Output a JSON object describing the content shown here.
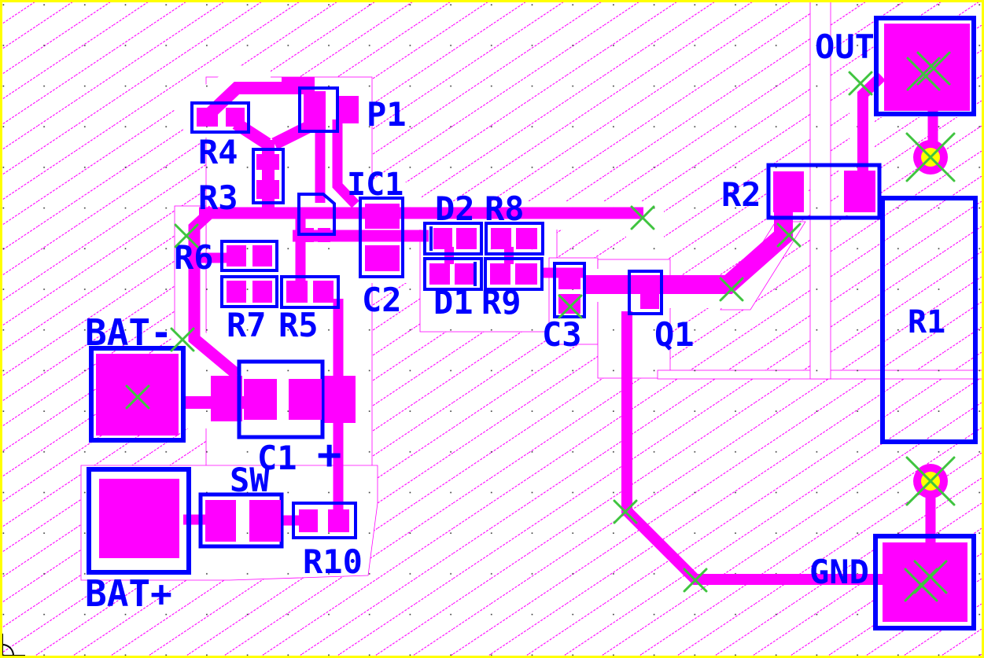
{
  "colors": {
    "copper": "#FF00FF",
    "silkscreen": "#0000FF",
    "board_outline": "#FFFF00",
    "drill": "#FFFF00",
    "marker_green": "#3FC43F",
    "background": "#FFFFFF",
    "grid_dot": "#303030"
  },
  "labels": [
    {
      "text": "P1"
    },
    {
      "text": "R4"
    },
    {
      "text": "R3"
    },
    {
      "text": "IC1"
    },
    {
      "text": "C2"
    },
    {
      "text": "D2"
    },
    {
      "text": "R8"
    },
    {
      "text": "D1"
    },
    {
      "text": "R9"
    },
    {
      "text": "R6"
    },
    {
      "text": "R7"
    },
    {
      "text": "R5"
    },
    {
      "text": "C3"
    },
    {
      "text": "Q1"
    },
    {
      "text": "R2"
    },
    {
      "text": "OUT"
    },
    {
      "text": "R1"
    },
    {
      "text": "GND"
    },
    {
      "text": "BAT-"
    },
    {
      "text": "C1"
    },
    {
      "text": "+"
    },
    {
      "text": "SW"
    },
    {
      "text": "R10"
    },
    {
      "text": "BAT+"
    }
  ],
  "vias": {
    "count": 2,
    "ring_color": "#FF00FF",
    "drill_color": "#FFFF00"
  },
  "markers": {
    "green_x_count": 16,
    "origin_marker": true
  }
}
